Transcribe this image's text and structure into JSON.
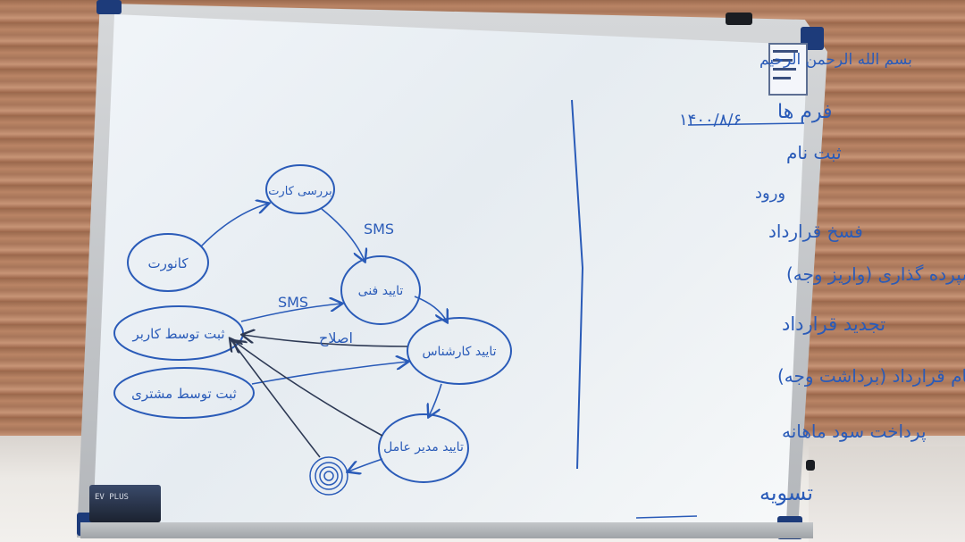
{
  "board": {
    "header": "بسم الله الرحمن الرحیم",
    "date": "۱۴۰۰/۸/۶",
    "list_title": "فرم ها",
    "items": [
      "ثبت نام",
      "ورود",
      "فسخ قرارداد",
      "سپرده گذاری (واریز وجه)",
      "تجدید قرارداد",
      "اتمام قرارداد (برداشت وجه)",
      "پرداخت سود ماهانه",
      "تسویه"
    ]
  },
  "diagram": {
    "nodes": {
      "kanoot": "کانورت",
      "barresi": "بررسی کارت",
      "taeid_fani": "تایید فنی",
      "sabt_karbar": "ثبت توسط کاربر",
      "sabt_moshtari": "ثبت توسط مشتری",
      "taeid_vahed": "تایید کارشناس",
      "taeid_modir": "تایید مدیر عامل"
    },
    "edge_labels": {
      "sms1": "SMS",
      "sms2": "SMS",
      "eslah": "اصلاح"
    }
  },
  "eraser_label": "EV PLUS",
  "colors": {
    "marker_ink": "#2a5bb8",
    "frame_corner": "#1d3b7a"
  }
}
